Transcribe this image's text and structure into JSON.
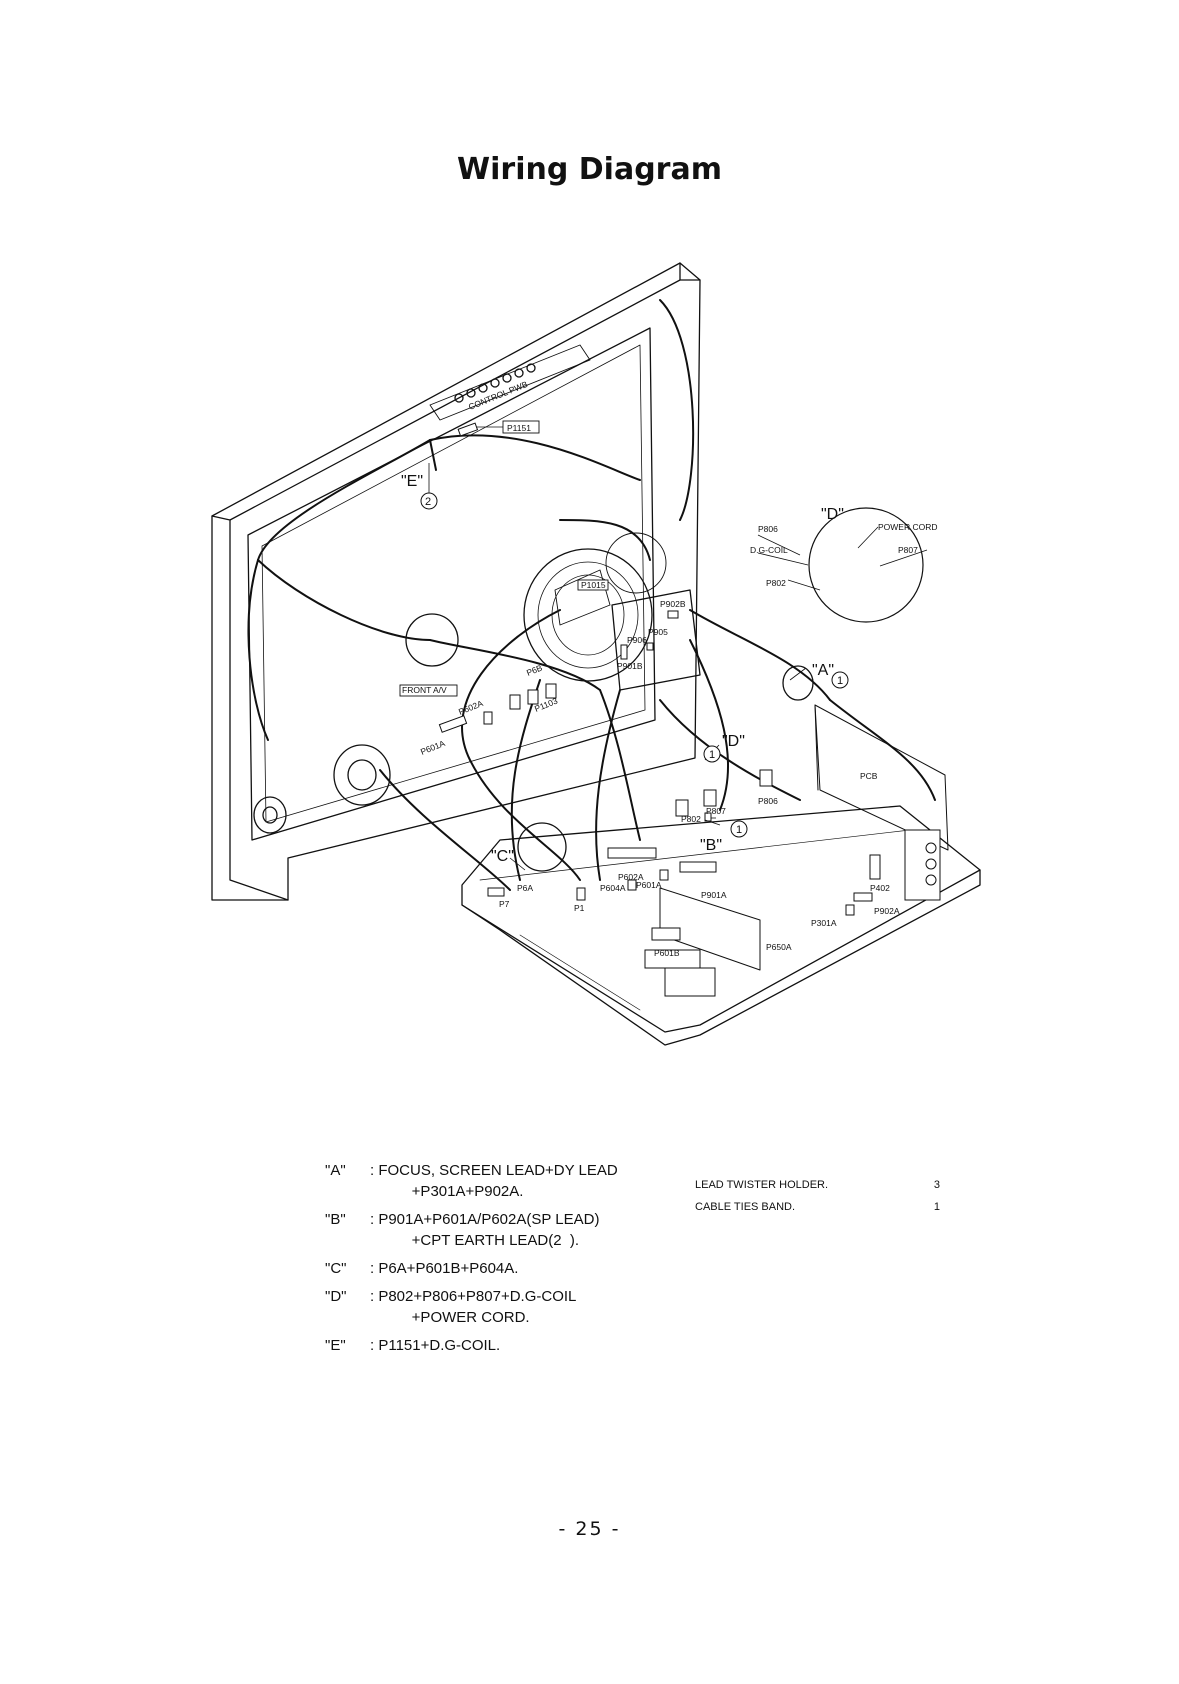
{
  "title": "Wiring Diagram",
  "diagram": {
    "labels": {
      "control_pwb": "CONTROL PWB",
      "p1151": "P1151",
      "callout_e": "\"E\"",
      "num_2": "2",
      "callout_d_top": "\"D\"",
      "p806_top": "P806",
      "power_cord": "POWER CORD",
      "dg_coil": "D.G-COIL",
      "p807_top": "P807",
      "p802_top": "P802",
      "p1015": "P1015",
      "p902b": "P902B",
      "p905": "P905",
      "p906": "P906",
      "p901b": "P901B",
      "callout_a": "\"A\"",
      "num_1_a": "1",
      "front_av": "FRONT A/V",
      "p6b": "P6B",
      "p602a_left": "P602A",
      "p1103": "P1103",
      "p601a_left": "P601A",
      "callout_d_mid": "\"D\"",
      "num_1_d": "1",
      "pcb": "PCB",
      "p806_mid": "P806",
      "p807_mid": "P807",
      "p802_mid": "P802",
      "num_1_b": "1",
      "callout_b": "\"B\"",
      "callout_c": "\"C\"",
      "p6a": "P6A",
      "p7": "P7",
      "p1": "P1",
      "p604a": "P604A",
      "p602a_low": "P602A",
      "p601a_low": "P601A",
      "p901a": "P901A",
      "p402": "P402",
      "p902a": "P902A",
      "p301a": "P301A",
      "p650a": "P650A",
      "p601b": "P601B"
    }
  },
  "legend": [
    {
      "key": "\"A\"",
      "text": ": FOCUS, SCREEN LEAD+DY LEAD\n          +P301A+P902A."
    },
    {
      "key": "\"B\"",
      "text": ": P901A+P601A/P602A(SP LEAD)\n          +CPT EARTH LEAD(2  )."
    },
    {
      "key": "\"C\"",
      "text": ": P6A+P601B+P604A."
    },
    {
      "key": "\"D\"",
      "text": ": P802+P806+P807+D.G-COIL\n          +POWER CORD."
    },
    {
      "key": "\"E\"",
      "text": ": P1151+D.G-COIL."
    }
  ],
  "parts": [
    {
      "name": "LEAD TWISTER HOLDER.",
      "qty": "3"
    },
    {
      "name": "CABLE TIES BAND.",
      "qty": "1"
    }
  ],
  "page_number": "-  25  -"
}
